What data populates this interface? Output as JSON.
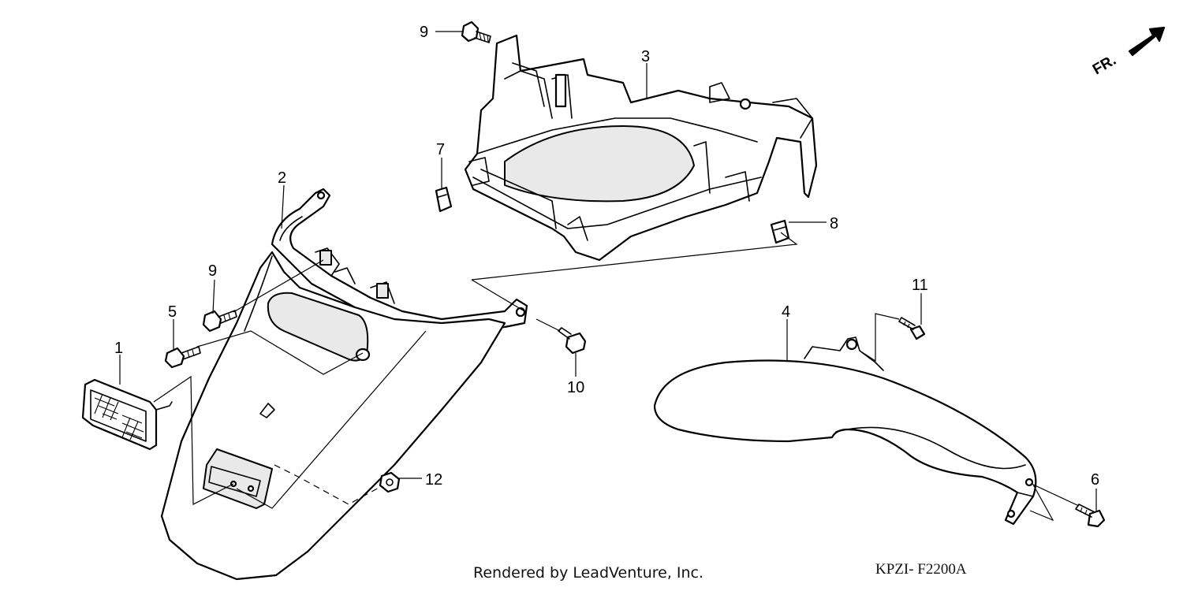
{
  "diagram": {
    "callouts": [
      {
        "id": "c1",
        "label": "1"
      },
      {
        "id": "c2",
        "label": "2"
      },
      {
        "id": "c3",
        "label": "3"
      },
      {
        "id": "c4",
        "label": "4"
      },
      {
        "id": "c5",
        "label": "5"
      },
      {
        "id": "c6",
        "label": "6"
      },
      {
        "id": "c7",
        "label": "7"
      },
      {
        "id": "c8",
        "label": "8"
      },
      {
        "id": "c9a",
        "label": "9"
      },
      {
        "id": "c9b",
        "label": "9"
      },
      {
        "id": "c10",
        "label": "10"
      },
      {
        "id": "c11",
        "label": "11"
      },
      {
        "id": "c12",
        "label": "12"
      }
    ],
    "direction_label": "FR.",
    "credit": "Rendered by LeadVenture, Inc.",
    "diagram_code": "KPZI- F2200A"
  }
}
